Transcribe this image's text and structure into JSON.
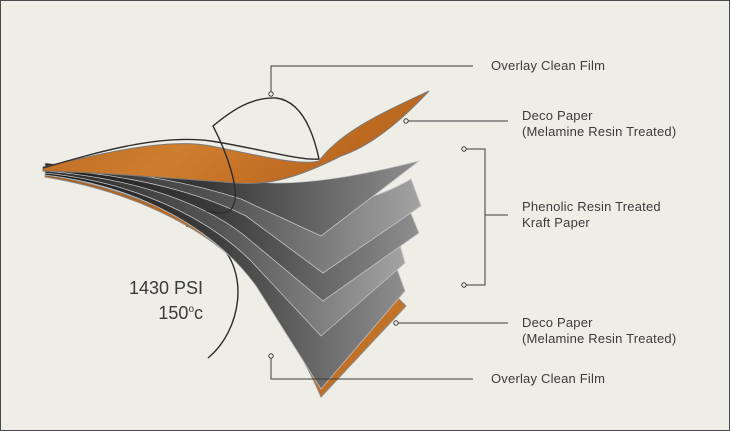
{
  "labels": {
    "overlay_top": "Overlay Clean Film",
    "deco_top_line1": "Deco Paper",
    "deco_top_line2": "(Melamine Resin Treated)",
    "phenolic_line1": "Phenolic Resin Treated",
    "phenolic_line2": "Kraft Paper",
    "deco_bottom_line1": "Deco Paper",
    "deco_bottom_line2": "(Melamine Resin Treated)",
    "overlay_bottom": "Overlay Clean Film"
  },
  "conditions": {
    "pressure": "1430 PSI",
    "temperature_value": "150",
    "temperature_unit_sup": "o",
    "temperature_unit": "c"
  },
  "colors": {
    "background": "#efeee6",
    "wood": "#c8772a",
    "wood_dark": "#9a5518",
    "kraft_dark": "#333333",
    "kraft_mid": "#666666",
    "kraft_light": "#9a9a9a",
    "leader_line": "#3b3b3b"
  }
}
